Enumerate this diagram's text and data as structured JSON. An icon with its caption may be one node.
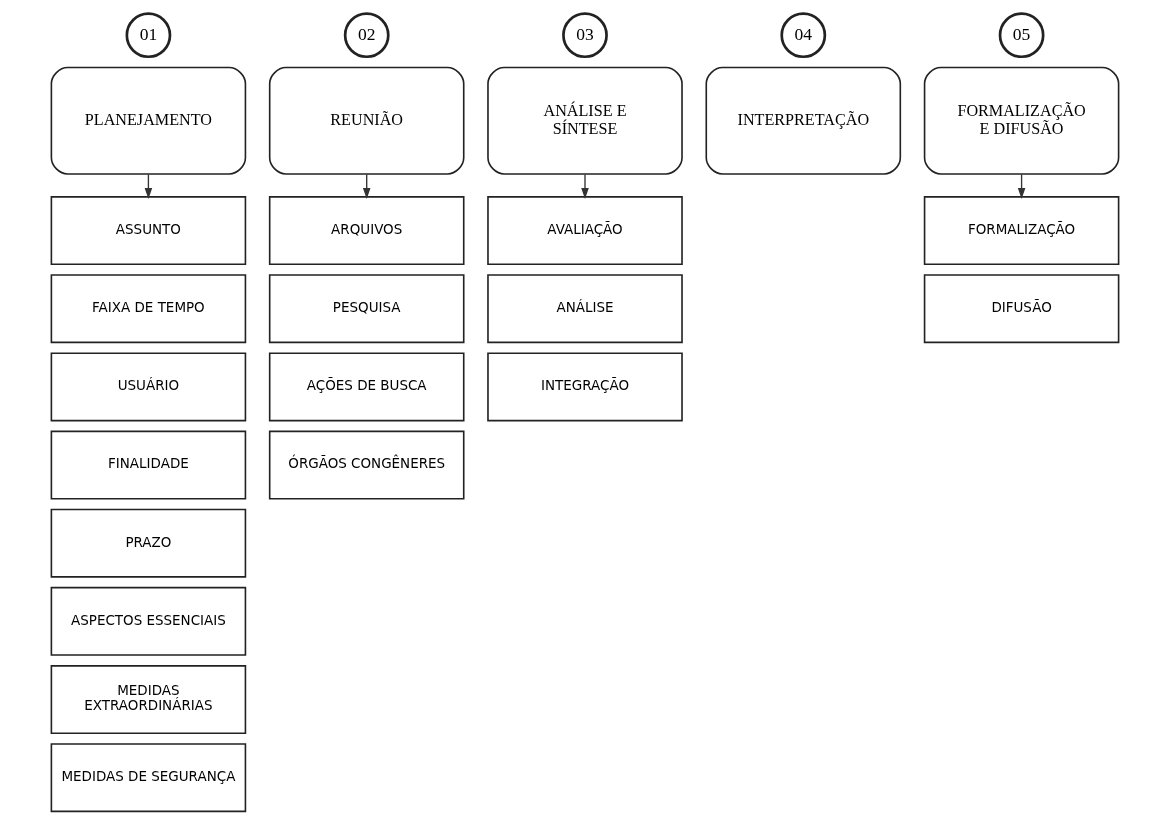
{
  "diagram": {
    "nodes": [
      {
        "text": [
          "01"
        ]
      },
      {
        "text": [
          "PLANEJAMENTO"
        ]
      },
      {
        "text": [
          "ASSUNTO"
        ]
      },
      {
        "text": [
          "FAIXA DE TEMPO"
        ]
      },
      {
        "text": [
          "USUÁRIO"
        ]
      },
      {
        "text": [
          "FINALIDADE"
        ]
      },
      {
        "text": [
          "PRAZO"
        ]
      },
      {
        "text": [
          "ASPECTOS ESSENCIAIS"
        ]
      },
      {
        "text": [
          "MEDIDAS EXTRAORDINÁRIAS"
        ]
      },
      {
        "text": [
          "MEDIDAS DE SEGURANÇA"
        ]
      },
      {
        "text": [
          "02"
        ]
      },
      {
        "text": [
          "REUNIÃO"
        ]
      },
      {
        "text": [
          "ARQUIVOS"
        ]
      },
      {
        "text": [
          "PESQUISA"
        ]
      },
      {
        "text": [
          "AÇÕES DE BUSCA"
        ]
      },
      {
        "text": [
          "ÓRGÃOS CONGÊNERES"
        ]
      },
      {
        "text": [
          "03"
        ]
      },
      {
        "text": [
          "ANÁLISE E SÍNTESE"
        ]
      },
      {
        "text": [
          "AVALIAÇÃO"
        ]
      },
      {
        "text": [
          "ANÁLISE"
        ]
      },
      {
        "text": [
          "INTEGRAÇÃO"
        ]
      },
      {
        "text": [
          "04"
        ]
      },
      {
        "text": [
          "INTERPRETAÇÃO"
        ]
      },
      {
        "text": [
          "05"
        ]
      },
      {
        "text": [
          "FORMALIZAÇÃO E DIFUSÃO"
        ]
      },
      {
        "text": [
          "FORMALIZAÇÃO"
        ]
      },
      {
        "text": [
          "DIFUSÃO"
        ]
      }
    ],
    "edges": [
      {
        "from": 1,
        "to": 2,
        "arrow": "to"
      },
      {
        "from": 11,
        "to": 12,
        "arrow": "to"
      },
      {
        "from": 17,
        "to": 18,
        "arrow": "to"
      },
      {
        "from": 24,
        "to": 25,
        "arrow": "to"
      }
    ]
  }
}
